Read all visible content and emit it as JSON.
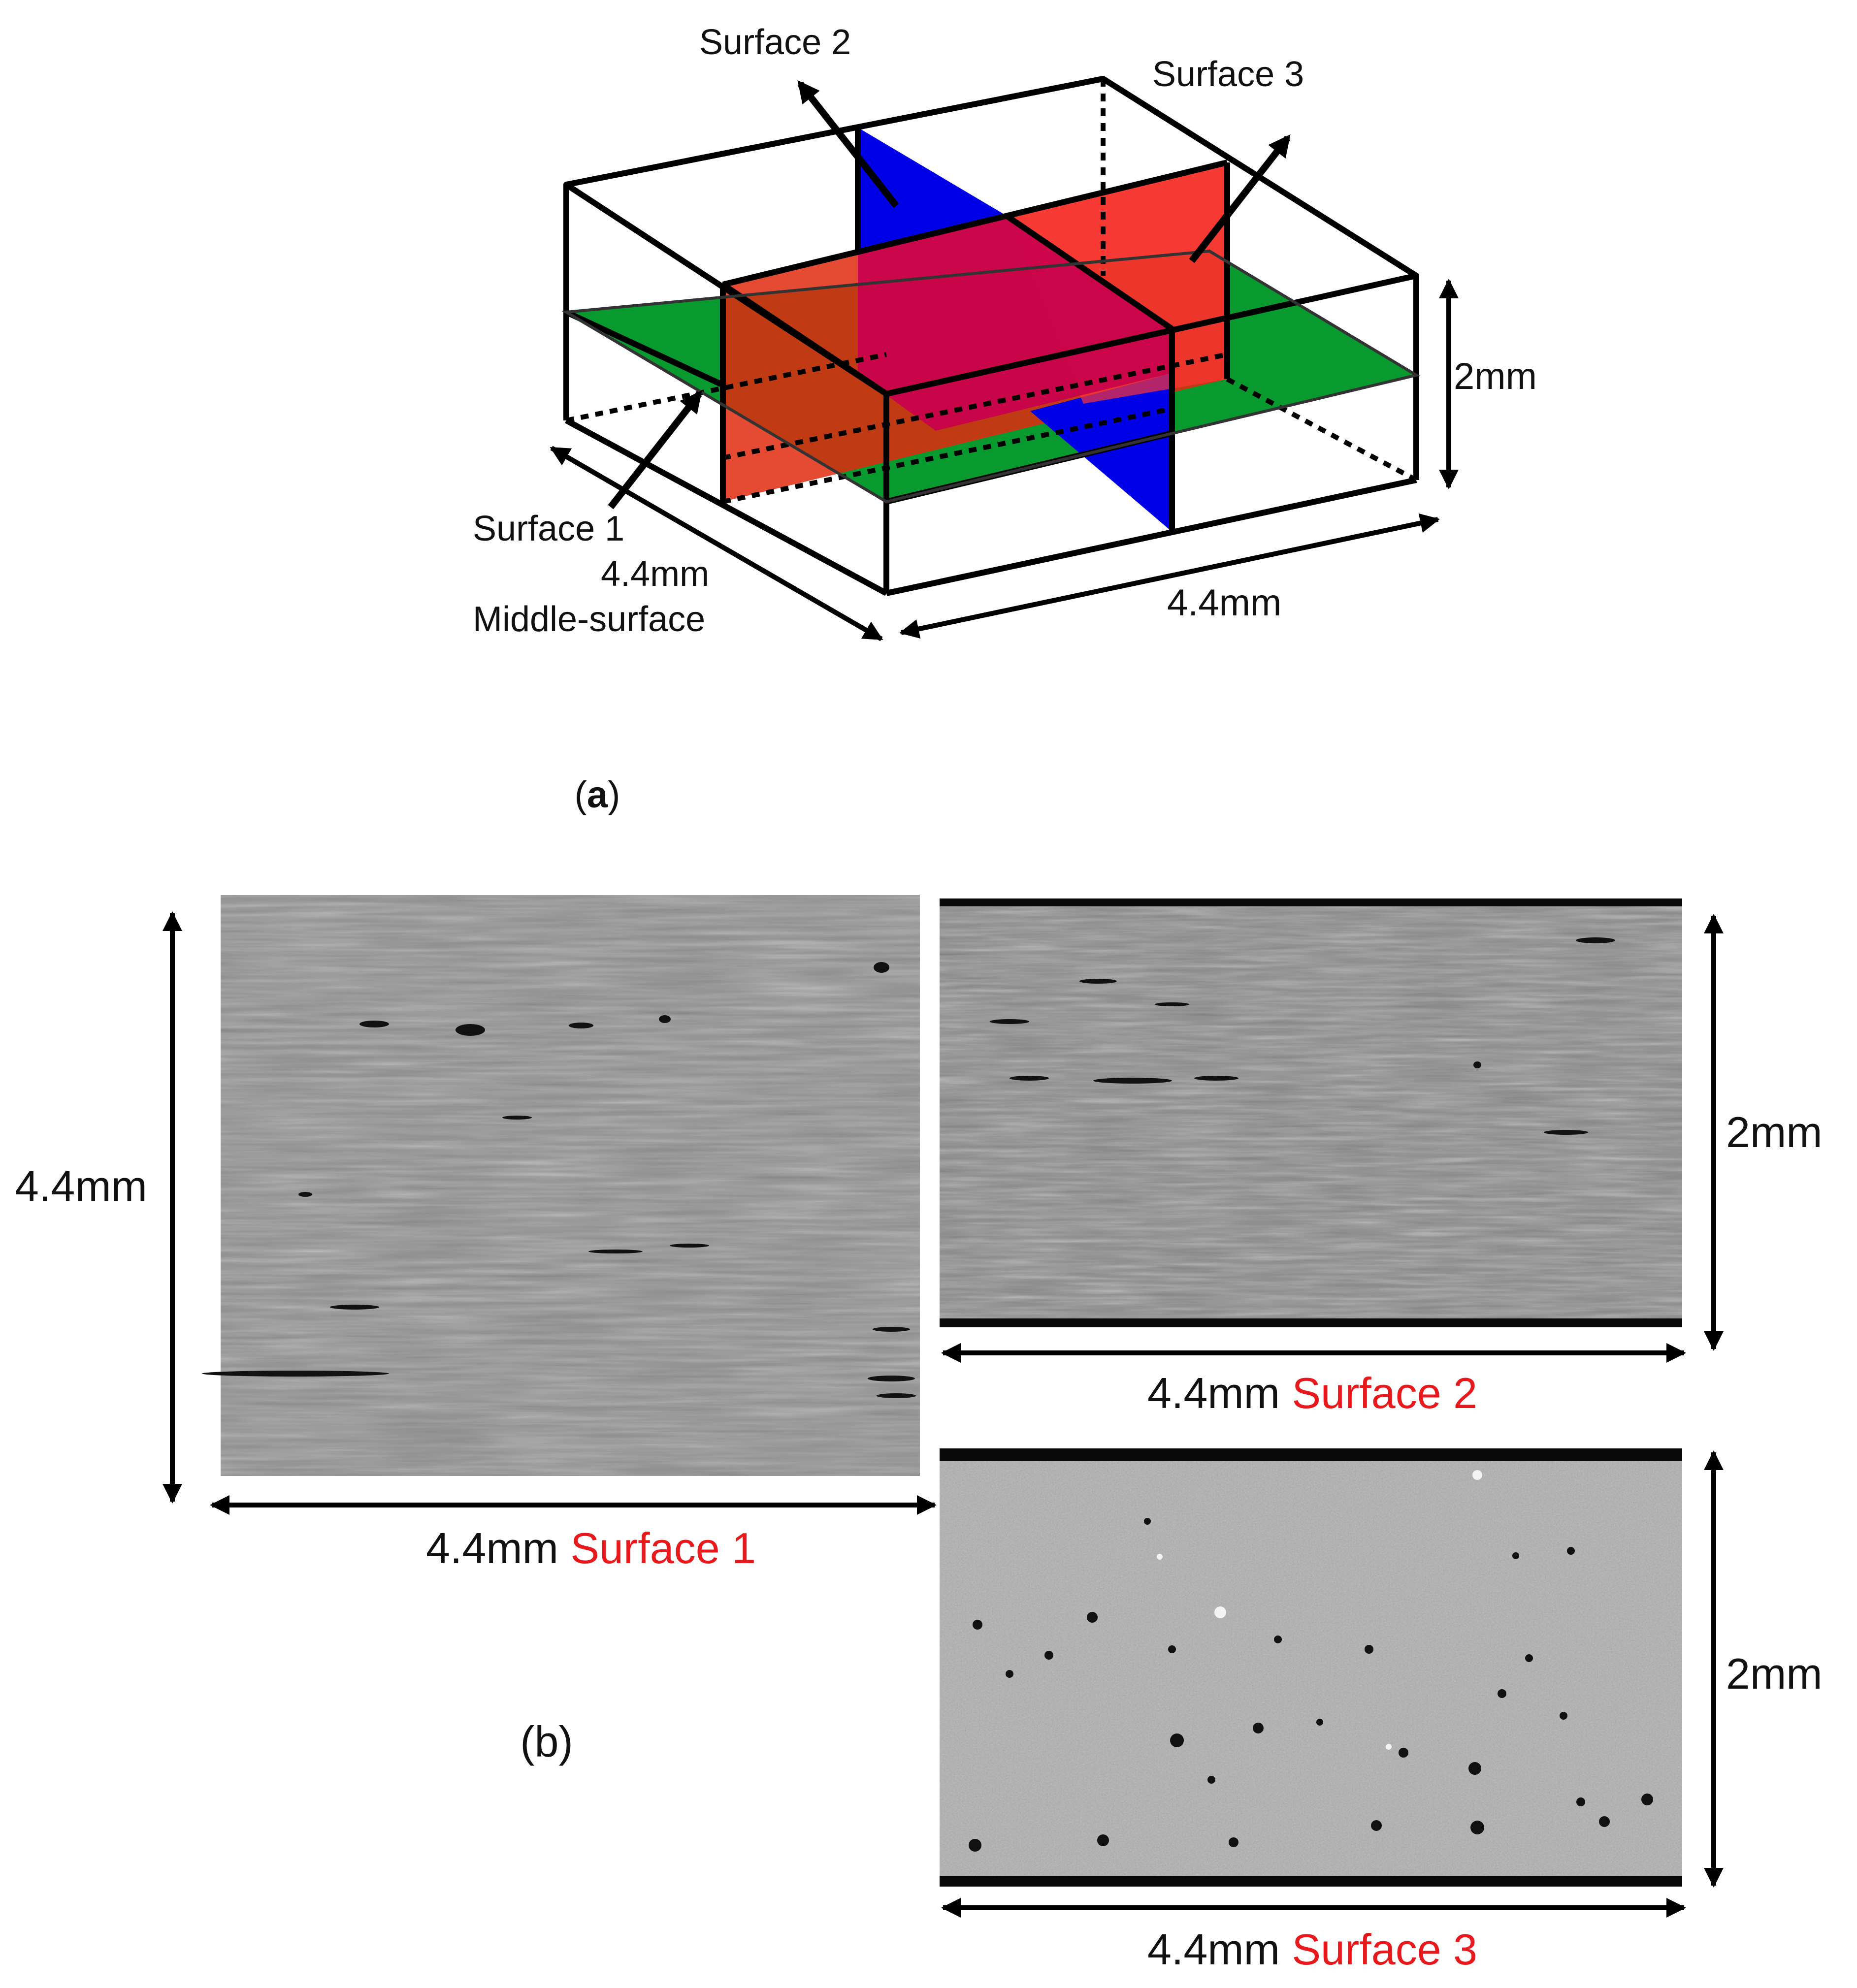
{
  "panel_a": {
    "caption_letter": "a",
    "surface1": "Surface 1",
    "surface2": "Surface 2",
    "surface3": "Surface 3",
    "width_dim": "4.4mm",
    "depth_dim": "4.4mm",
    "height_dim": "2mm",
    "middle_surface": "Middle-surface",
    "colors": {
      "surface1_plane": "#e02a0f",
      "surface2_plane": "#0000e6",
      "middle_plane": "#089a2e"
    }
  },
  "panel_b": {
    "caption": "(b)",
    "img1": {
      "dim_vertical": "4.4mm",
      "dim_horizontal": "4.4mm",
      "name": "Surface 1"
    },
    "img2": {
      "dim_vertical": "2mm",
      "dim_horizontal": "4.4mm",
      "name": "Surface 2"
    },
    "img3": {
      "dim_vertical": "2mm",
      "dim_horizontal": "4.4mm",
      "name": "Surface 3"
    },
    "name_color": "#e8191c"
  }
}
